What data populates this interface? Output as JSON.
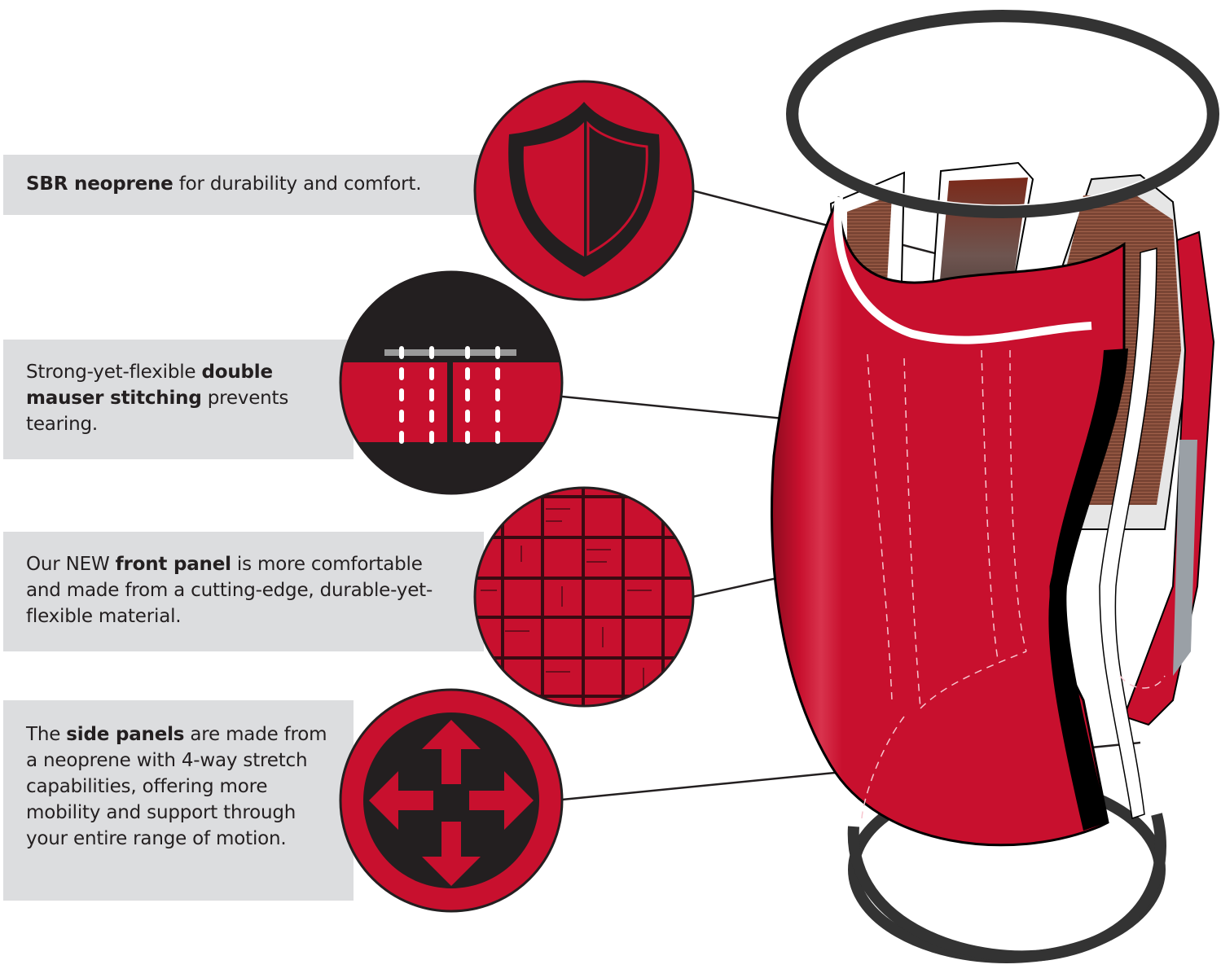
{
  "colors": {
    "red": "#c8102e",
    "black": "#231f20",
    "band_gray": "#dcdddf",
    "ring_gray": "#333333",
    "white": "#ffffff",
    "brown": "#7a3b2a"
  },
  "features": [
    {
      "id": "sbr-neoprene",
      "icon": "shield-icon",
      "bold": "SBR neoprene",
      "pre": "",
      "post": " for durability and comfort."
    },
    {
      "id": "double-stitching",
      "icon": "stitching-icon",
      "pre": "Strong-yet-flexible ",
      "bold": "double mauser stitching",
      "post": " prevents tearing."
    },
    {
      "id": "front-panel",
      "icon": "weave-pattern-icon",
      "pre": "Our NEW ",
      "bold": "front panel",
      "post": " is more comfortable and made from a cutting-edge, durable-yet-flexible material."
    },
    {
      "id": "side-panels",
      "icon": "four-way-arrows-icon",
      "pre": "The ",
      "bold": "side panels",
      "post": " are made from a neoprene with 4-way stretch capabilities, offering more mobility and support through your entire range of motion."
    }
  ],
  "illustration": {
    "subject": "knee-sleeve-exploded-view",
    "parts": [
      "top-ring",
      "inner-neoprene-layer",
      "front-panel",
      "side-panel-stitching",
      "side-panels",
      "bottom-ring"
    ]
  }
}
